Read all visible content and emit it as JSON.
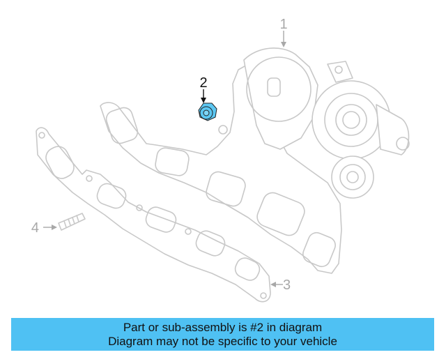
{
  "diagram": {
    "callouts": [
      {
        "number": "1",
        "part": "turbocharger"
      },
      {
        "number": "2",
        "part": "nut",
        "highlighted": true
      },
      {
        "number": "3",
        "part": "exhaust manifold gasket"
      },
      {
        "number": "4",
        "part": "stud"
      }
    ],
    "highlight_color": "#5cc7f2",
    "ghost_color": "#c8c8c8"
  },
  "banner": {
    "line1": "Part or sub-assembly is #2 in diagram",
    "line2": "Diagram may not be specific to your vehicle",
    "background": "#4fc1f3"
  }
}
